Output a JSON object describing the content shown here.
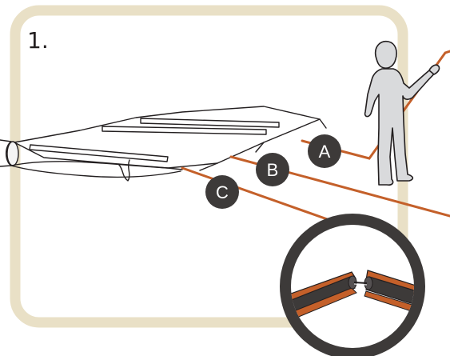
{
  "step": {
    "number": "1."
  },
  "markers": [
    {
      "id": "a",
      "label": "A"
    },
    {
      "id": "b",
      "label": "B"
    },
    {
      "id": "c",
      "label": "C"
    }
  ],
  "colors": {
    "frame": "#e9e0c6",
    "rope": "#c4602a",
    "badge": "#3d3a39",
    "figure": "#d9dadc",
    "outline": "#231f20"
  }
}
